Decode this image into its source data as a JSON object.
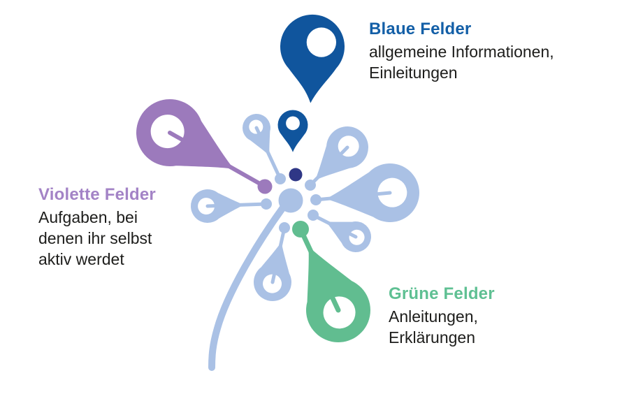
{
  "legend": [
    {
      "id": "blue",
      "heading": "Blaue Felder",
      "lines": [
        "allgemeine Informationen,",
        "Einleitungen"
      ]
    },
    {
      "id": "violet",
      "heading": "Violette Felder",
      "lines": [
        "Aufgaben, bei",
        "denen ihr selbst",
        "aktiv werdet"
      ]
    },
    {
      "id": "green",
      "heading": "Grüne Felder",
      "lines": [
        "Anleitungen,",
        "Erklärungen"
      ]
    }
  ],
  "colors": {
    "dark_blue": "#10559D",
    "blue_heading": "#135FA7",
    "light_blue": "#AAC1E5",
    "violet": "#9C7ABC",
    "violet_heading": "#A383C6",
    "green": "#61BD90",
    "green_heading": "#5FC093",
    "navy": "#2F3786",
    "body_text": "#1D1D1B",
    "background": "#FFFFFF"
  }
}
